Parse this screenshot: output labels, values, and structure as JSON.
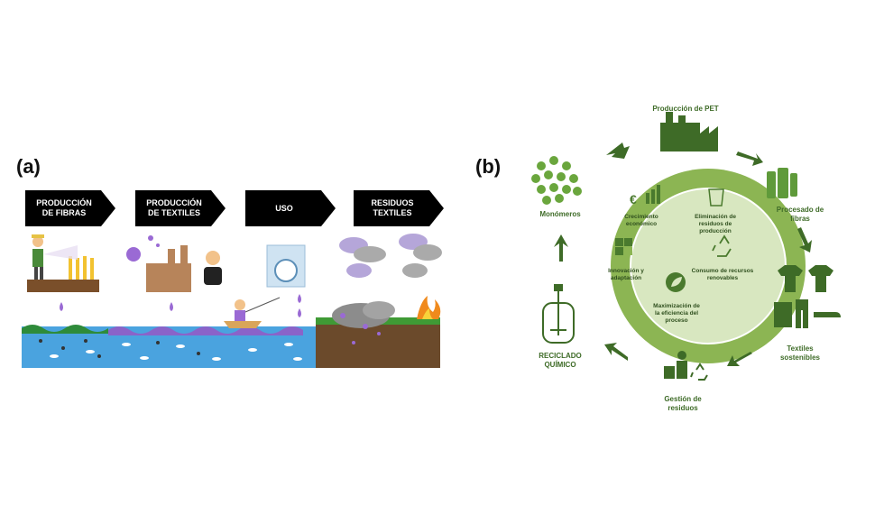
{
  "panel_a": {
    "label": "(a)",
    "stages": [
      {
        "label": "PRODUCCIÓN\nDE FIBRAS"
      },
      {
        "label": "PRODUCCIÓN\nDE TEXTILES"
      },
      {
        "label": "USO"
      },
      {
        "label": "RESIDUOS\nTEXTILES"
      }
    ]
  },
  "panel_b": {
    "label": "(b)",
    "center_title": "ECONOMÍA CIRCULAR",
    "outer_items": {
      "pet": "Producción de PET",
      "fibras": "Procesado de\nfibras",
      "textiles": "Textiles\nsostenibles",
      "gestion": "Gestión de\nresiduos",
      "reciclado": "RECICLADO\nQUÍMICO",
      "monomeros": "Monómeros"
    },
    "inner_items": {
      "crecimiento": "Crecimiento\neconómico",
      "eliminacion": "Eliminación de\nresiduos de\nproducción",
      "innovacion": "Innovación y\nadaptación",
      "consumo": "Consumo de recursos\nrenovables",
      "maximizacion": "Maximización de\nla eficiencia del\nproceso"
    },
    "colors": {
      "dark_green": "#3e6b27",
      "ring_green": "#8cb553",
      "inner_green": "#d8e7c0",
      "light_green": "#b7d28a"
    }
  }
}
